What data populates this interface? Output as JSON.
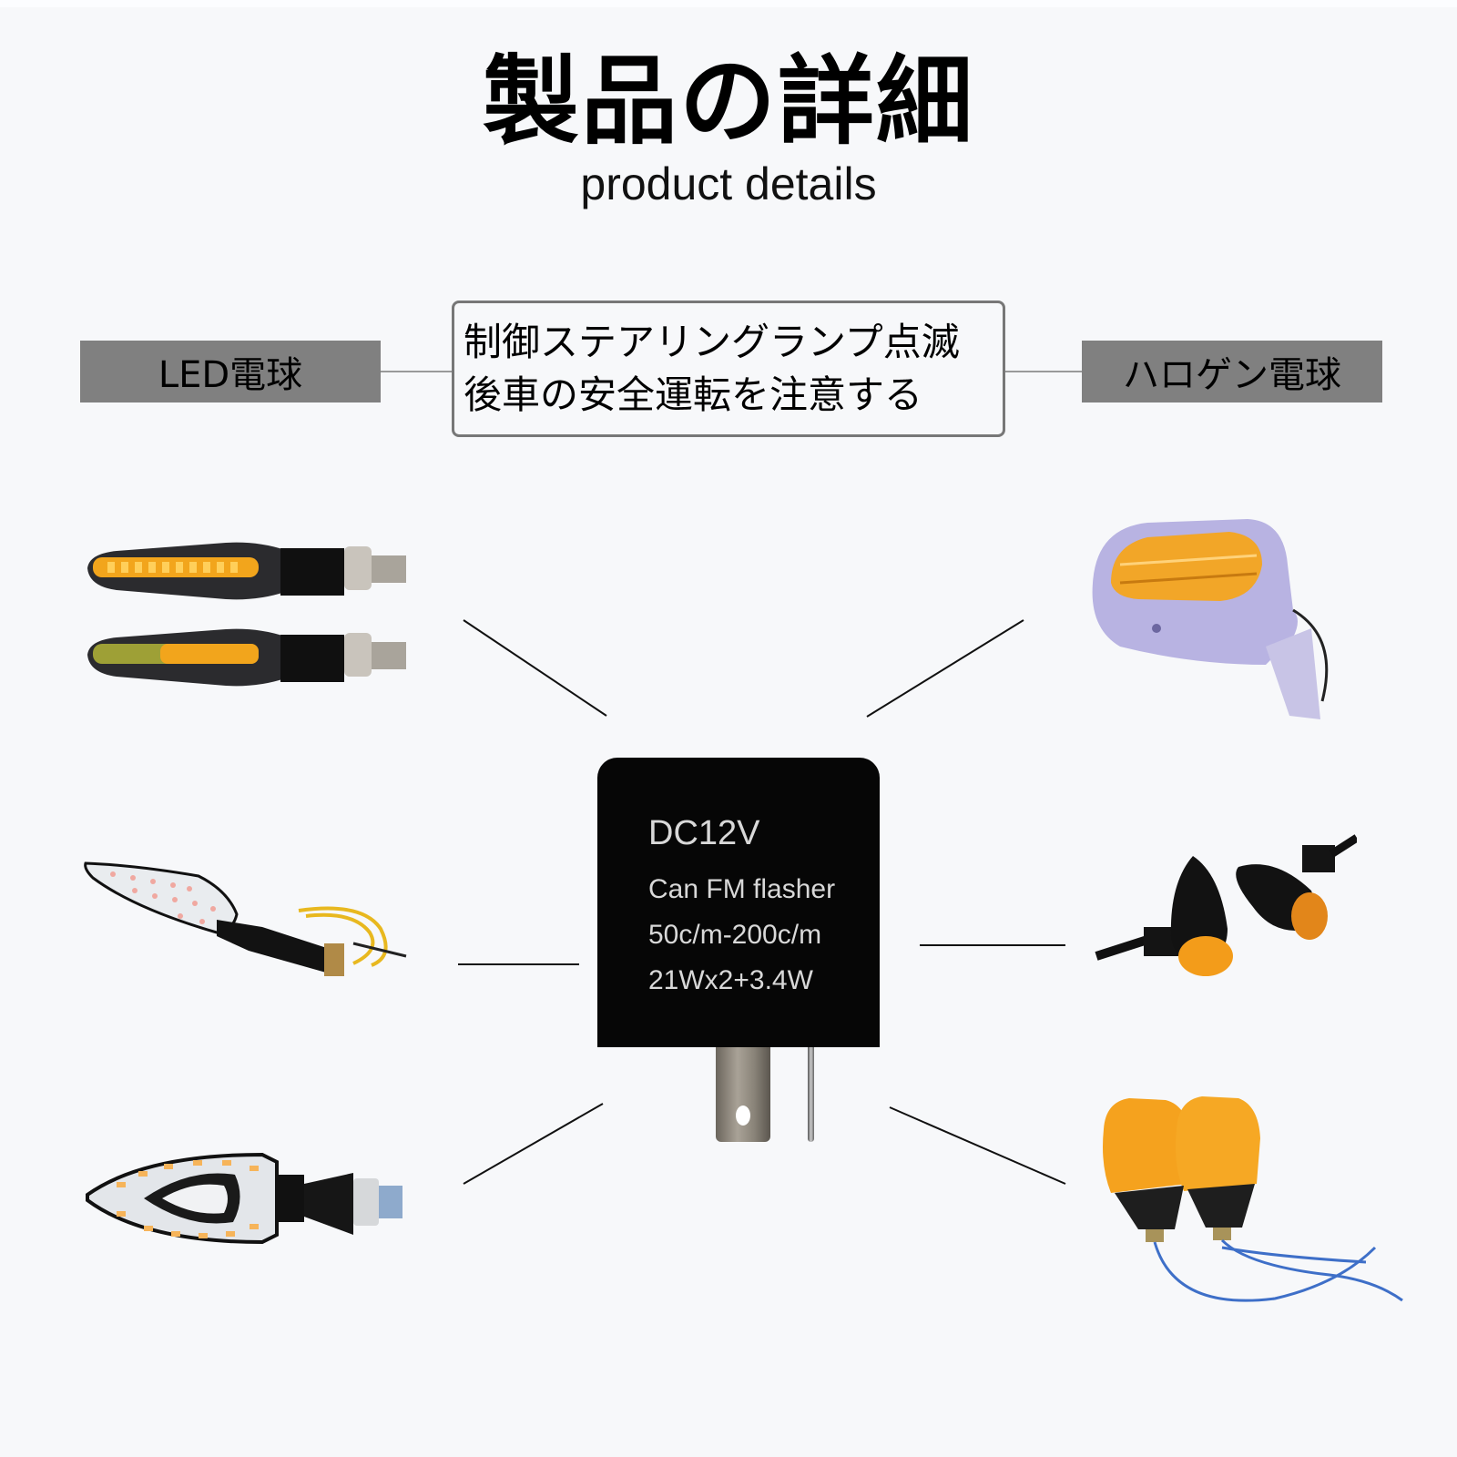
{
  "header": {
    "title": "製品の詳細",
    "subtitle": "product details"
  },
  "categories": {
    "left_label": "LED電球",
    "right_label": "ハロゲン電球"
  },
  "center_note": {
    "line1": "制御ステアリングランプ点滅",
    "line2": "後車の安全運転を注意する"
  },
  "flasher": {
    "voltage": "DC12V",
    "type": "Can FM flasher",
    "rate": "50c/m-200c/m",
    "load": "21Wx2+3.4W"
  },
  "products": {
    "left": [
      {
        "name": "sequential LED turn signal pair",
        "icon": "led-sequential-indicator"
      },
      {
        "name": "arrow-shaped LED turn signal",
        "icon": "led-arrow-indicator"
      },
      {
        "name": "ring LED turn signal",
        "icon": "led-ring-indicator"
      }
    ],
    "right": [
      {
        "name": "chrome mirror with amber signal",
        "icon": "mirror-signal"
      },
      {
        "name": "bullet halogen turn signals",
        "icon": "bullet-indicator"
      },
      {
        "name": "amber halogen turn signals",
        "icon": "amber-indicator"
      }
    ]
  },
  "colors": {
    "background": "#f7f8fa",
    "label_bg": "#808080",
    "amber": "#f5a623",
    "flasher_body": "#060606"
  }
}
